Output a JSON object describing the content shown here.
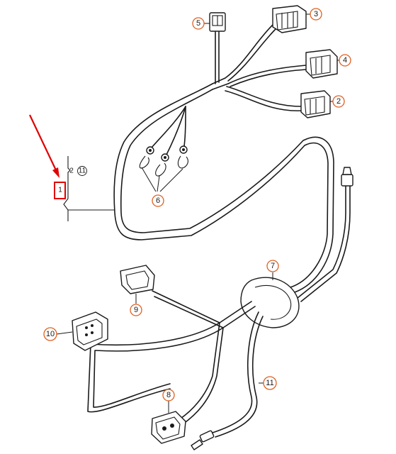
{
  "callouts": {
    "c2": "2",
    "c3": "3",
    "c4": "4",
    "c5": "5",
    "c6": "6",
    "c7": "7",
    "c8": "8",
    "c9": "9",
    "c10": "10",
    "c11": "11"
  },
  "side_ref": {
    "top_left": "2",
    "top_right": "11",
    "boxed": "1"
  },
  "colors": {
    "line": "#1a1a1a",
    "callout_ring": "#e06020",
    "highlight": "#e00000"
  },
  "icons": [
    "red-arrow-pointer",
    "wire-harness",
    "connector-plug",
    "ring-terminal",
    "grommet"
  ]
}
